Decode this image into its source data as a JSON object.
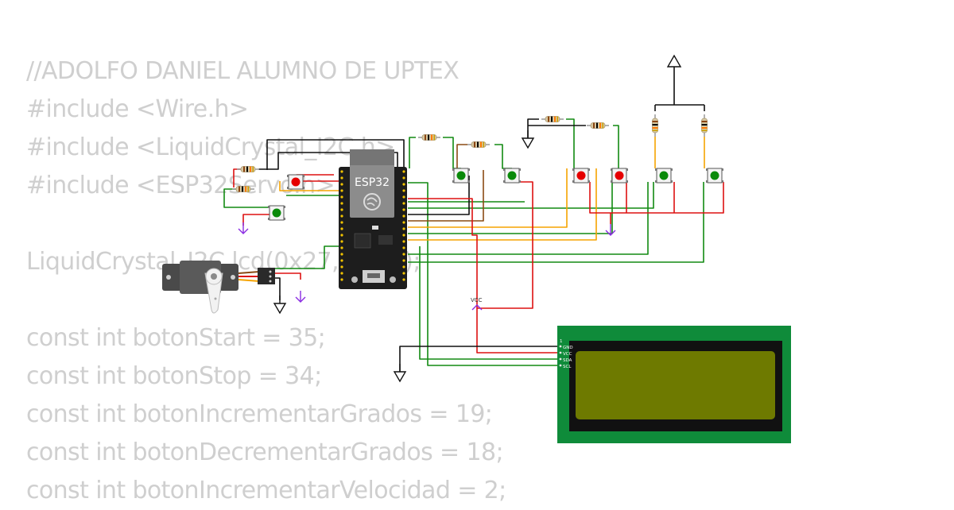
{
  "code_lines": [
    "//ADOLFO DANIEL ALUMNO DE UPTEX",
    "#include <Wire.h>",
    "#include <LiquidCrystal_I2C.h>",
    "#include <ESP32Servo.h>",
    "",
    "LiquidCrystal_I2C lcd(0x27, 16, 2);",
    "",
    "const int botonStart = 35;",
    "const int botonStop = 34;",
    "const int botonIncrementarGrados = 19;",
    "const int botonDecrementarGrados = 18;",
    "const int botonIncrementarVelocidad = 2;"
  ],
  "board": {
    "label": "ESP32"
  },
  "lcd": {
    "pins": [
      "1",
      "GND",
      "VCC",
      "SDA",
      "SCL"
    ]
  },
  "power_labels": {
    "vcc": "VCC"
  },
  "colors": {
    "wire_black": "#111111",
    "wire_red": "#dd1111",
    "wire_green": "#128a12",
    "wire_orange": "#f5a300",
    "wire_brown": "#8a4b14",
    "lcd_pcb": "#0f8b3a",
    "lcd_screen": "#6e7a00",
    "board": "#1d1d1d"
  },
  "icons": [
    "vcc-arrow-icon",
    "ground-icon",
    "espressif-logo-icon"
  ]
}
